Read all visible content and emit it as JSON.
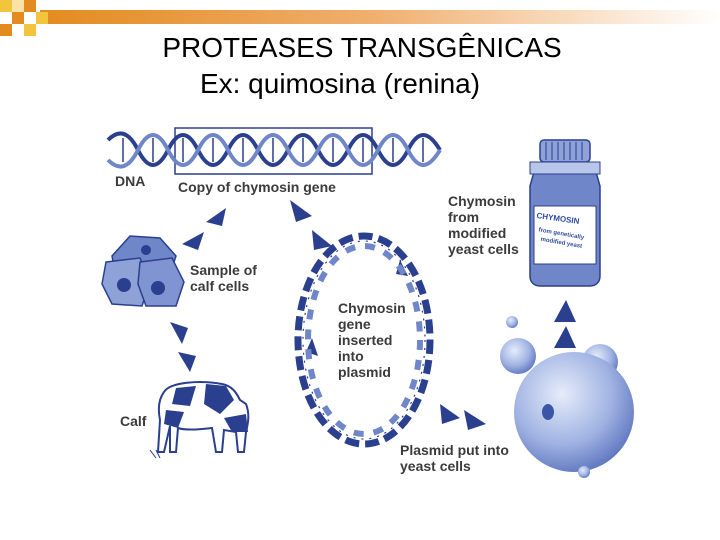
{
  "slide": {
    "title_line1": "PROTEASES TRANSGÊNICAS",
    "title_line2": "Ex: quimosina (renina)"
  },
  "diagram": {
    "labels": {
      "dna": "DNA",
      "copy_gene": "Copy of chymosin gene",
      "calf_cells": [
        "Sample of",
        "calf cells"
      ],
      "calf": "Calf",
      "gene_inserted": [
        "Chymosin",
        "gene",
        "inserted",
        "into",
        "plasmid"
      ],
      "plasmid_yeast": [
        "Plasmid put into",
        "yeast cells"
      ],
      "chymosin_from": [
        "Chymosin",
        "from",
        "modified",
        "yeast cells"
      ]
    },
    "bottle_label": {
      "brand": "CHYMOSIN",
      "sub": [
        "from genetically",
        "modified yeast"
      ]
    }
  },
  "colors": {
    "ink_blue": "#2b3f8f",
    "mid_blue": "#6f86c8",
    "light_blue": "#b8c6ea",
    "label_gray": "#3b3b3b",
    "deco_orange": "#e38b1e",
    "deco_yellow": "#f2c53d"
  }
}
